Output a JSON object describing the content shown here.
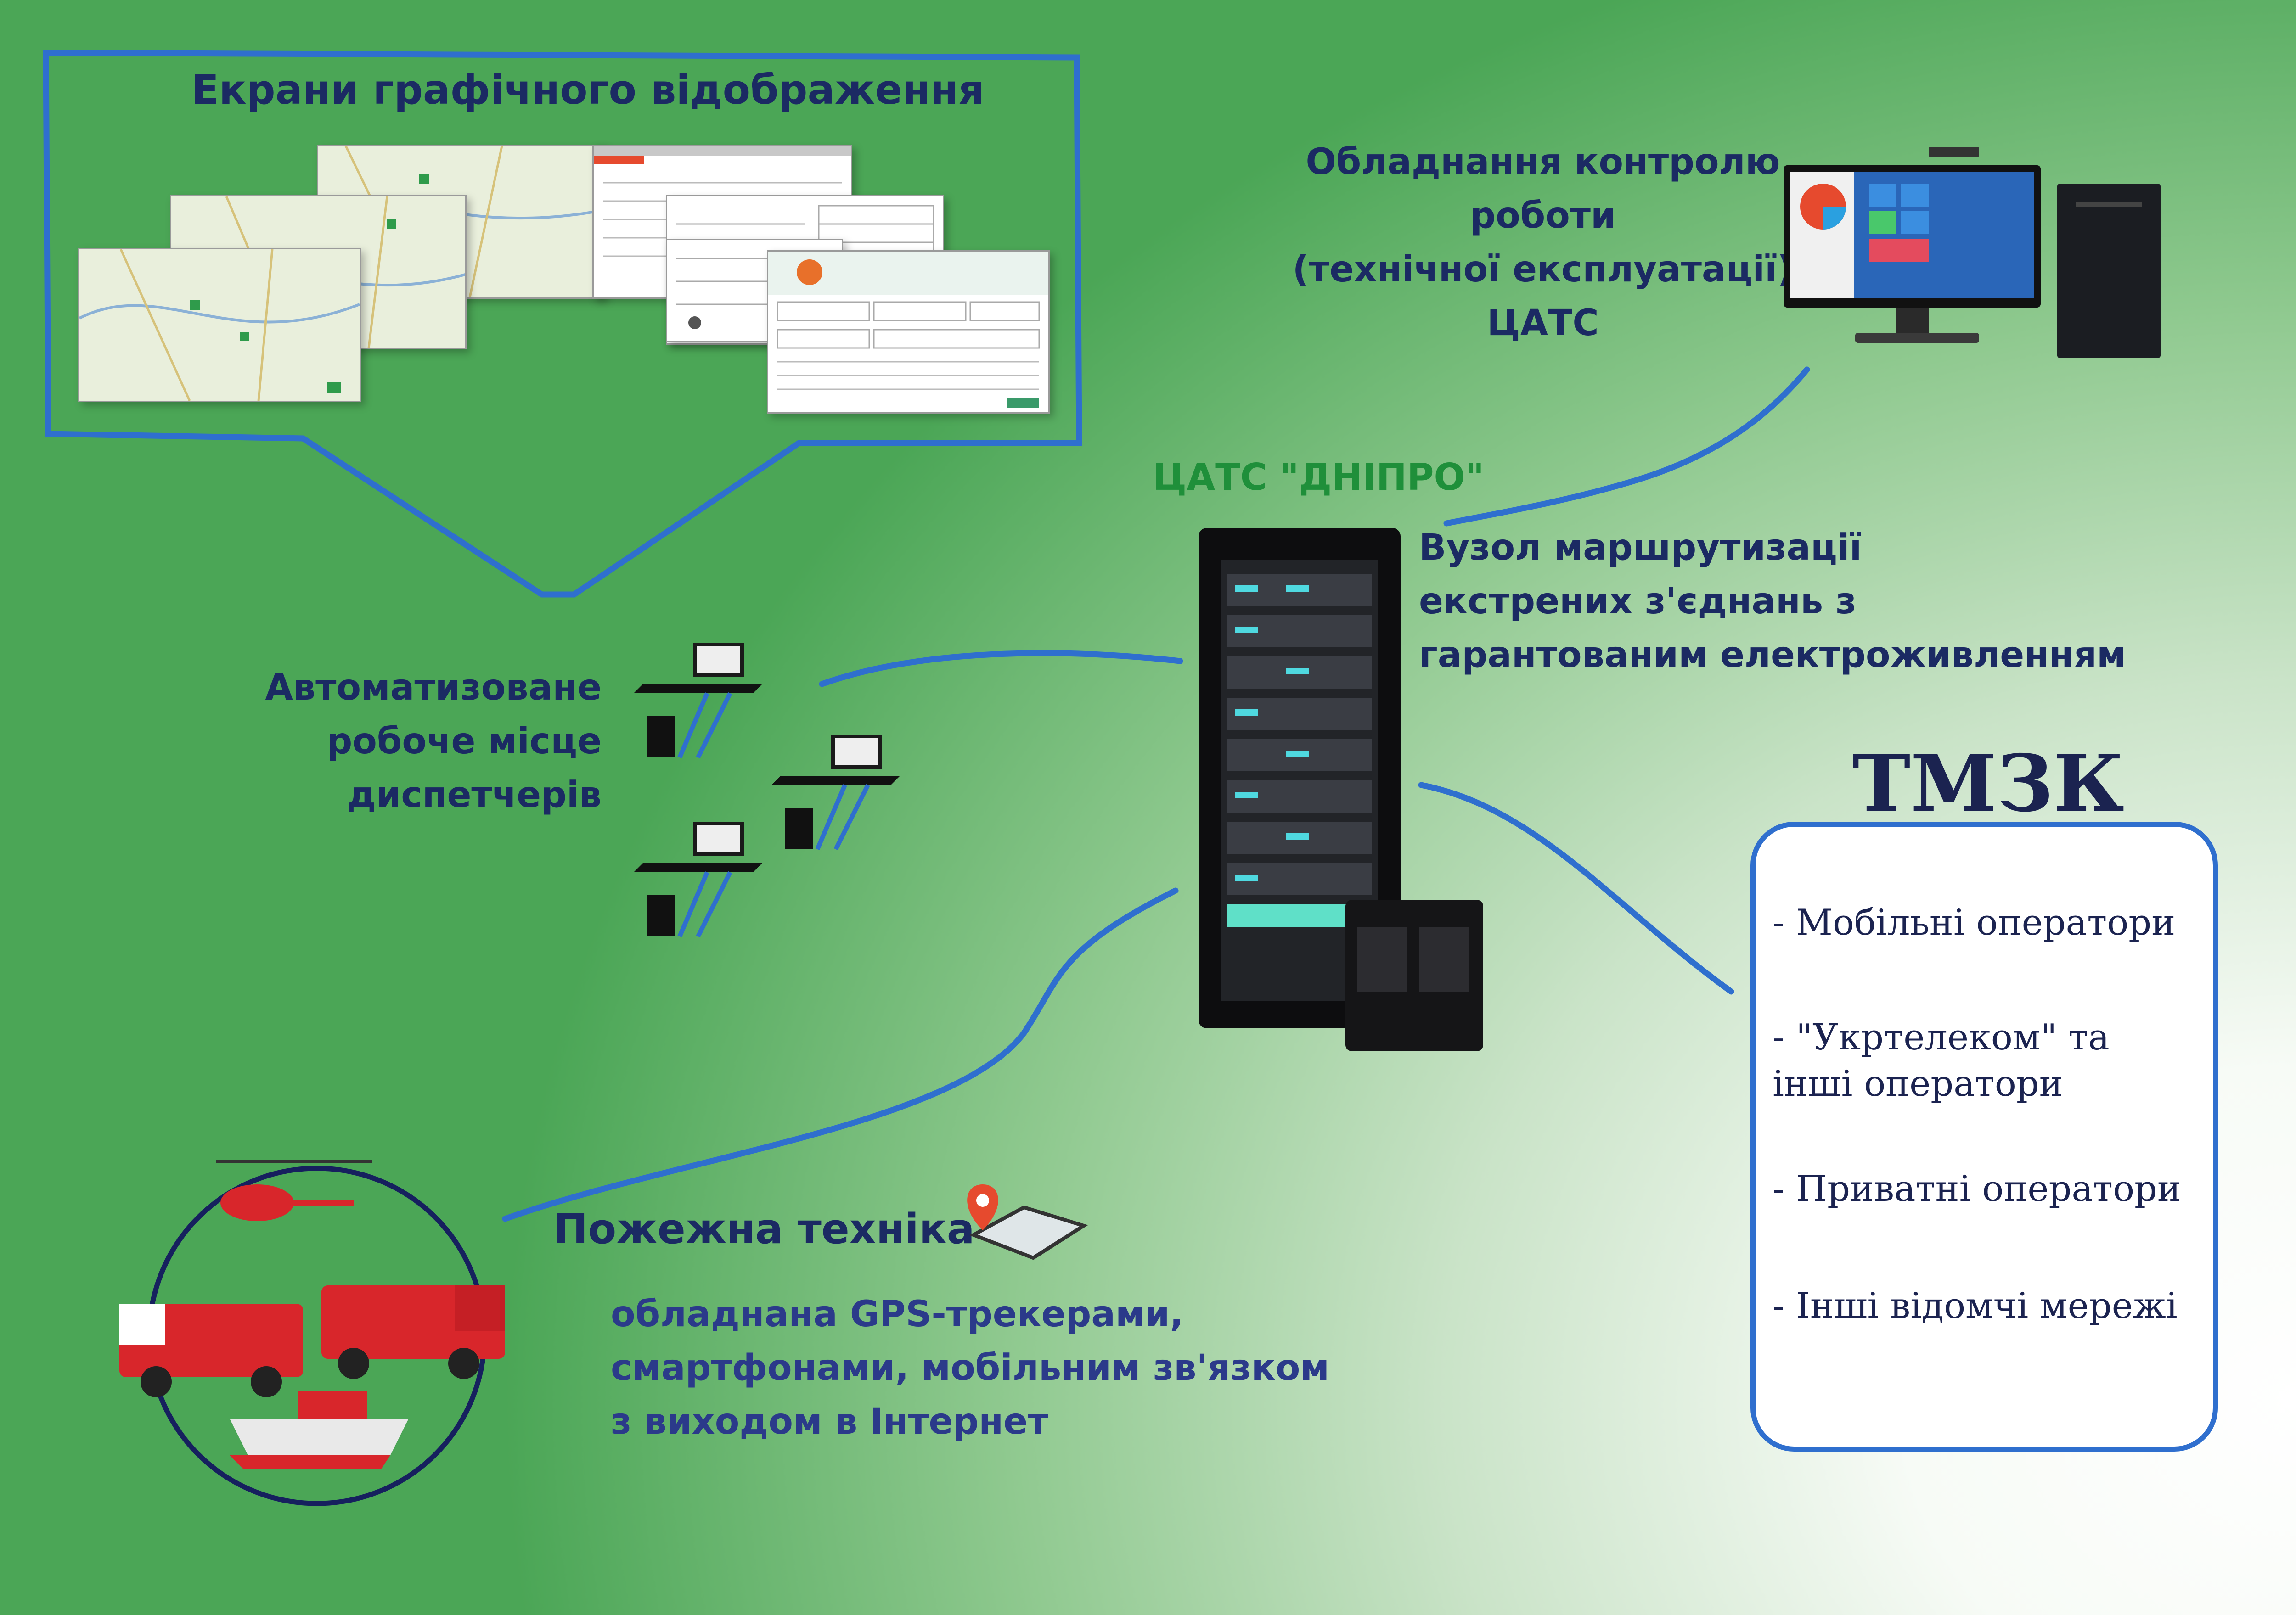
{
  "screens_panel": {
    "title": "Екрани графічного відображення"
  },
  "control_equipment": {
    "label": "Обладнання контролю\nроботи\n(технічної експлуатації)\nЦАТС"
  },
  "central_node": {
    "name": "ЦАТС \"ДНІПРО\"",
    "description": "Вузол маршрутизації\nекстрених з'єднань з\nгарантованим електроживленням"
  },
  "dispatcher_workplace": {
    "label": "Автоматизоване\nробоче місце\nдиспетчерів"
  },
  "fire_equipment": {
    "title": "Пожежна техніка",
    "description": "обладнана GPS-трекерами,\nсмартфонами, мобільним зв'язком\nз виходом в Інтернет"
  },
  "tmzk": {
    "title": "ТМЗК",
    "items": [
      "- Мобільні оператори",
      "- \"Укртелеком\" та\n  інші оператори",
      "- Приватні оператори",
      "- Інші відомчі мережі"
    ]
  },
  "colors": {
    "connector": "#2f6fce",
    "panel_border": "#2f6fce",
    "label_text": "#1b2a63",
    "node_name": "#1f8f3a",
    "vehicle_circle": "#16205e",
    "fire_red": "#d8262b"
  },
  "icons": [
    "monitor-icon",
    "server-rack-icon",
    "ups-icon",
    "computer-desk-icon",
    "map-pin-icon",
    "smartphone-icon",
    "helicopter-icon",
    "fire-truck-icon",
    "rescue-boat-icon"
  ]
}
